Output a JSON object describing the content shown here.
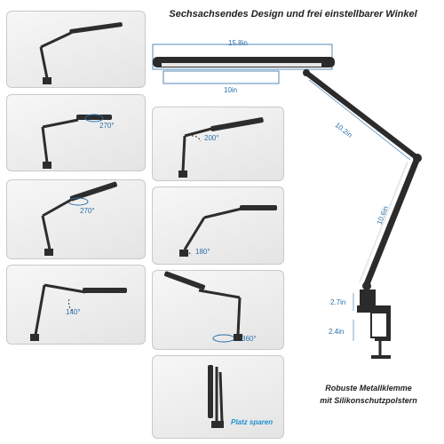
{
  "title": "Sechsachsendes Design und frei einstellbarer Winkel",
  "dimensions": {
    "head_width": "15.8in",
    "light_width": "10in",
    "upper_arm": "10.2in",
    "lower_arm": "10.6in",
    "clamp_height": "2.7in",
    "clamp_depth": "2.4in"
  },
  "angles": {
    "card2": "270°",
    "card3": "270°",
    "card4": "140°",
    "card5": "200°",
    "card6": "180°",
    "card7": "360°"
  },
  "platz_label": "Platz sparen",
  "caption": {
    "line1": "Robuste Metallklemme",
    "line2": "mit Silikonschutzpolstern"
  }
}
